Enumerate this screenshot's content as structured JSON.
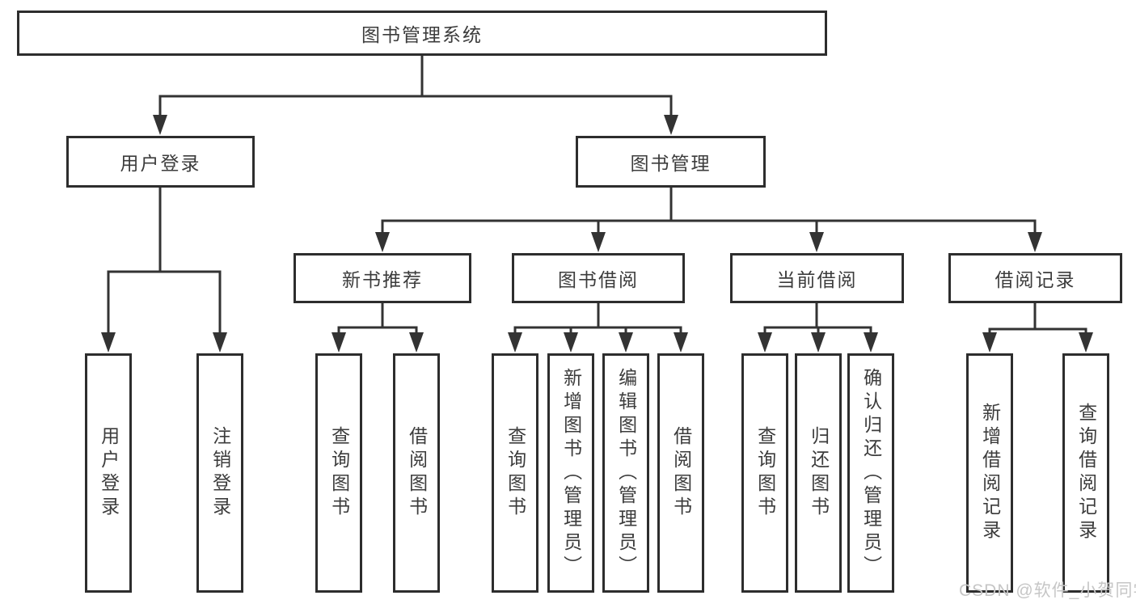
{
  "tree": {
    "label": "图书管理系统",
    "children": [
      {
        "label": "用户登录",
        "children": [
          {
            "label": "用户登录"
          },
          {
            "label": "注销登录"
          }
        ]
      },
      {
        "label": "图书管理",
        "children": [
          {
            "label": "新书推荐",
            "children": [
              {
                "label": "查询图书"
              },
              {
                "label": "借阅图书"
              }
            ]
          },
          {
            "label": "图书借阅",
            "children": [
              {
                "label": "查询图书"
              },
              {
                "label": "新增图书（管理员）"
              },
              {
                "label": "编辑图书（管理员）"
              },
              {
                "label": "借阅图书"
              }
            ]
          },
          {
            "label": "当前借阅",
            "children": [
              {
                "label": "查询图书"
              },
              {
                "label": "归还图书"
              },
              {
                "label": "确认归还（管理员）"
              }
            ]
          },
          {
            "label": "借阅记录",
            "children": [
              {
                "label": "新增借阅记录"
              },
              {
                "label": "查询借阅记录"
              }
            ]
          }
        ]
      }
    ]
  },
  "watermark": {
    "text": "CSDN @软件_小贺同学"
  },
  "colors": {
    "line": "#333333",
    "box_border": "#2d2d2d",
    "box_fill": "#ffffff",
    "text": "#3c3c3c",
    "watermark": "#c6c6c6",
    "background": "#ffffff"
  }
}
